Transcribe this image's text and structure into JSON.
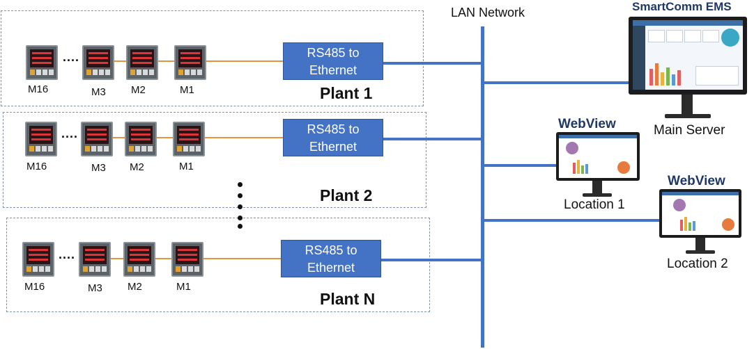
{
  "network": {
    "label": "LAN Network"
  },
  "meter_dots": "....",
  "plants": [
    {
      "title": "Plant 1",
      "converter_line1": "RS485 to",
      "converter_line2": "Ethernet",
      "meters": [
        "M16",
        "M3",
        "M2",
        "M1"
      ]
    },
    {
      "title": "Plant 2",
      "converter_line1": "RS485 to",
      "converter_line2": "Ethernet",
      "meters": [
        "M16",
        "M3",
        "M2",
        "M1"
      ]
    },
    {
      "title": "Plant N",
      "converter_line1": "RS485 to",
      "converter_line2": "Ethernet",
      "meters": [
        "M16",
        "M3",
        "M2",
        "M1"
      ]
    }
  ],
  "server": {
    "title": "SmartComm EMS",
    "caption": "Main Server"
  },
  "locations": [
    {
      "title": "WebView",
      "caption": "Location 1"
    },
    {
      "title": "WebView",
      "caption": "Location 2"
    }
  ],
  "colors": {
    "link": "#4472c4",
    "serial": "#e8923f",
    "title": "#1f3864",
    "box_border": "#7f93a8"
  }
}
